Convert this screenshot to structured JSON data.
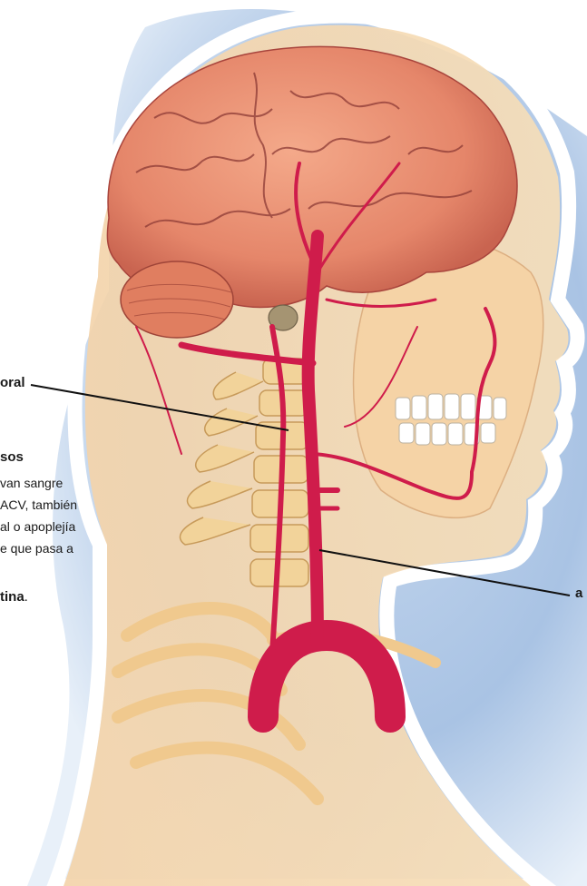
{
  "labels": {
    "top_left": "oral",
    "heading": "sos",
    "right": "a",
    "trailing_bold": "tina",
    "trailing_period": "."
  },
  "paragraph": {
    "line1": "van sangre",
    "line2": "ACV,  también",
    "line3": "al o apoplejía",
    "line4": "e que pasa a"
  },
  "colors": {
    "background_blue": "#a9c3e4",
    "head_outline": "#ffffff",
    "skin": "#f4cfa0",
    "brain": "#e98a6c",
    "brain_dark": "#b9514a",
    "artery": "#cf1c4b",
    "bone": "#f2d39a",
    "teeth": "#ffffff",
    "leader_line": "#111111"
  }
}
